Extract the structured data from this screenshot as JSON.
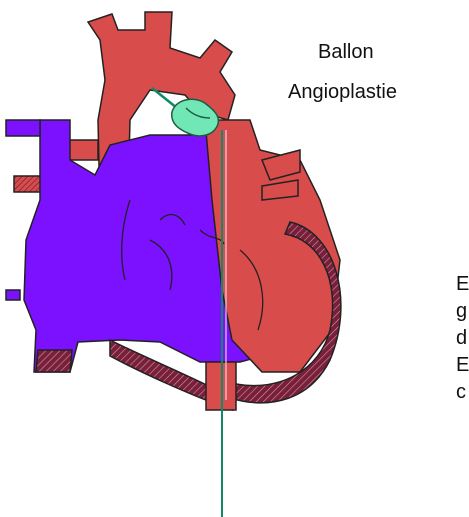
{
  "labels": {
    "ballon": "Ballon",
    "angioplastie": "Angioplastie"
  },
  "cut_text": [
    "E",
    "g",
    "d",
    "E",
    "c"
  ],
  "colors": {
    "oxygenated": "#d94c4c",
    "deoxygenated": "#7b11ff",
    "muscle": "#7a1f3a",
    "balloon": "#72e7b6",
    "outline": "#222222",
    "catheter": "#0f8a66"
  },
  "icons": [
    "heart-illustration",
    "balloon-catheter-icon"
  ]
}
